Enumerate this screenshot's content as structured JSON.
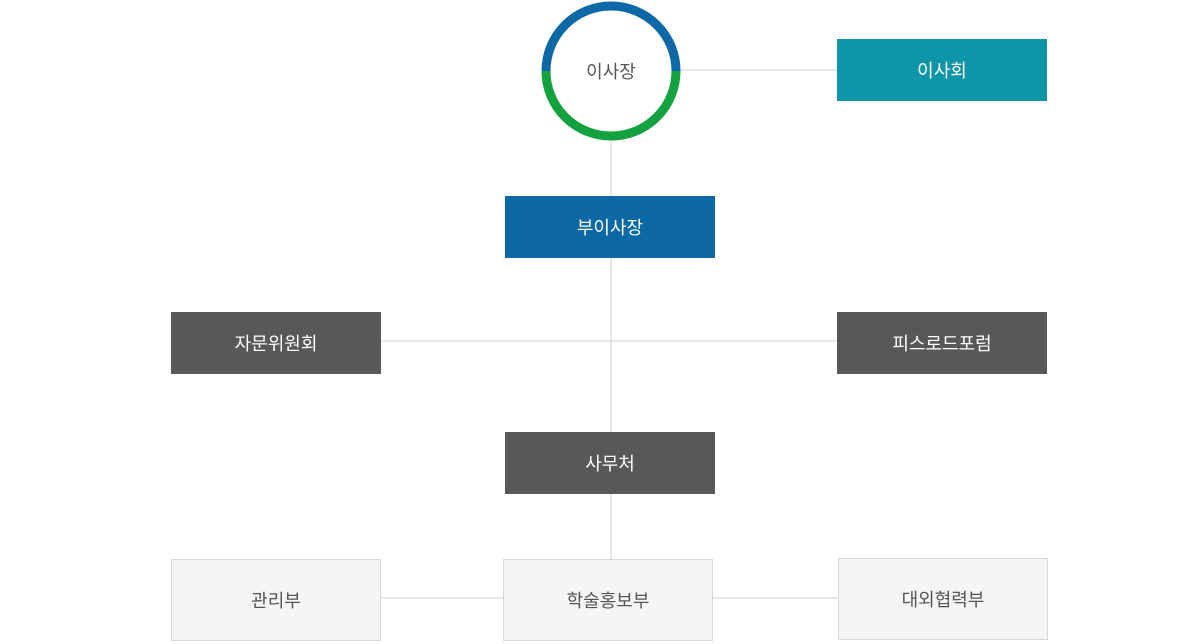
{
  "org_chart": {
    "ceo": {
      "label": "이사장"
    },
    "board": {
      "label": "이사회"
    },
    "vice_chair": {
      "label": "부이사장"
    },
    "advisory_committee": {
      "label": "자문위원회"
    },
    "silk_road_forum": {
      "label": "피스로드포럼"
    },
    "secretariat": {
      "label": "사무처"
    },
    "departments": [
      {
        "label": "관리부"
      },
      {
        "label": "학술홍보부"
      },
      {
        "label": "대외협력부"
      }
    ]
  },
  "colors": {
    "ring_blue": "#0d68a6",
    "ring_green": "#13a23f",
    "board_teal": "#0e96a8",
    "vice_chair_blue": "#0d68a6",
    "dark_box": "#585858",
    "light_box": "#f5f5f5",
    "connector": "#d0d0d0"
  }
}
